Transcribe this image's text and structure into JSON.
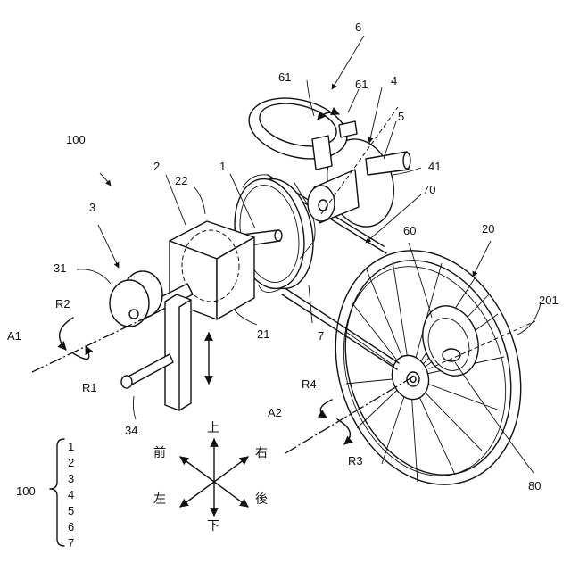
{
  "labels": {
    "l1": "1",
    "l2": "2",
    "l3": "3",
    "l4": "4",
    "l5": "5",
    "l6": "6",
    "l7": "7",
    "l20": "20",
    "l21": "21",
    "l22": "22",
    "l31": "31",
    "l34": "34",
    "l41": "41",
    "l60": "60",
    "l61a": "61",
    "l61b": "61",
    "l70": "70",
    "l80": "80",
    "l100": "100",
    "l201": "201",
    "A1": "A1",
    "A2": "A2",
    "R1": "R1",
    "R2": "R2",
    "R3": "R3",
    "R4": "R4"
  },
  "directions": {
    "up": "上",
    "down": "下",
    "front": "前",
    "back": "後",
    "left": "左",
    "right": "右"
  },
  "legend": {
    "label": "100",
    "items": [
      "1",
      "2",
      "3",
      "4",
      "5",
      "6",
      "7"
    ]
  }
}
